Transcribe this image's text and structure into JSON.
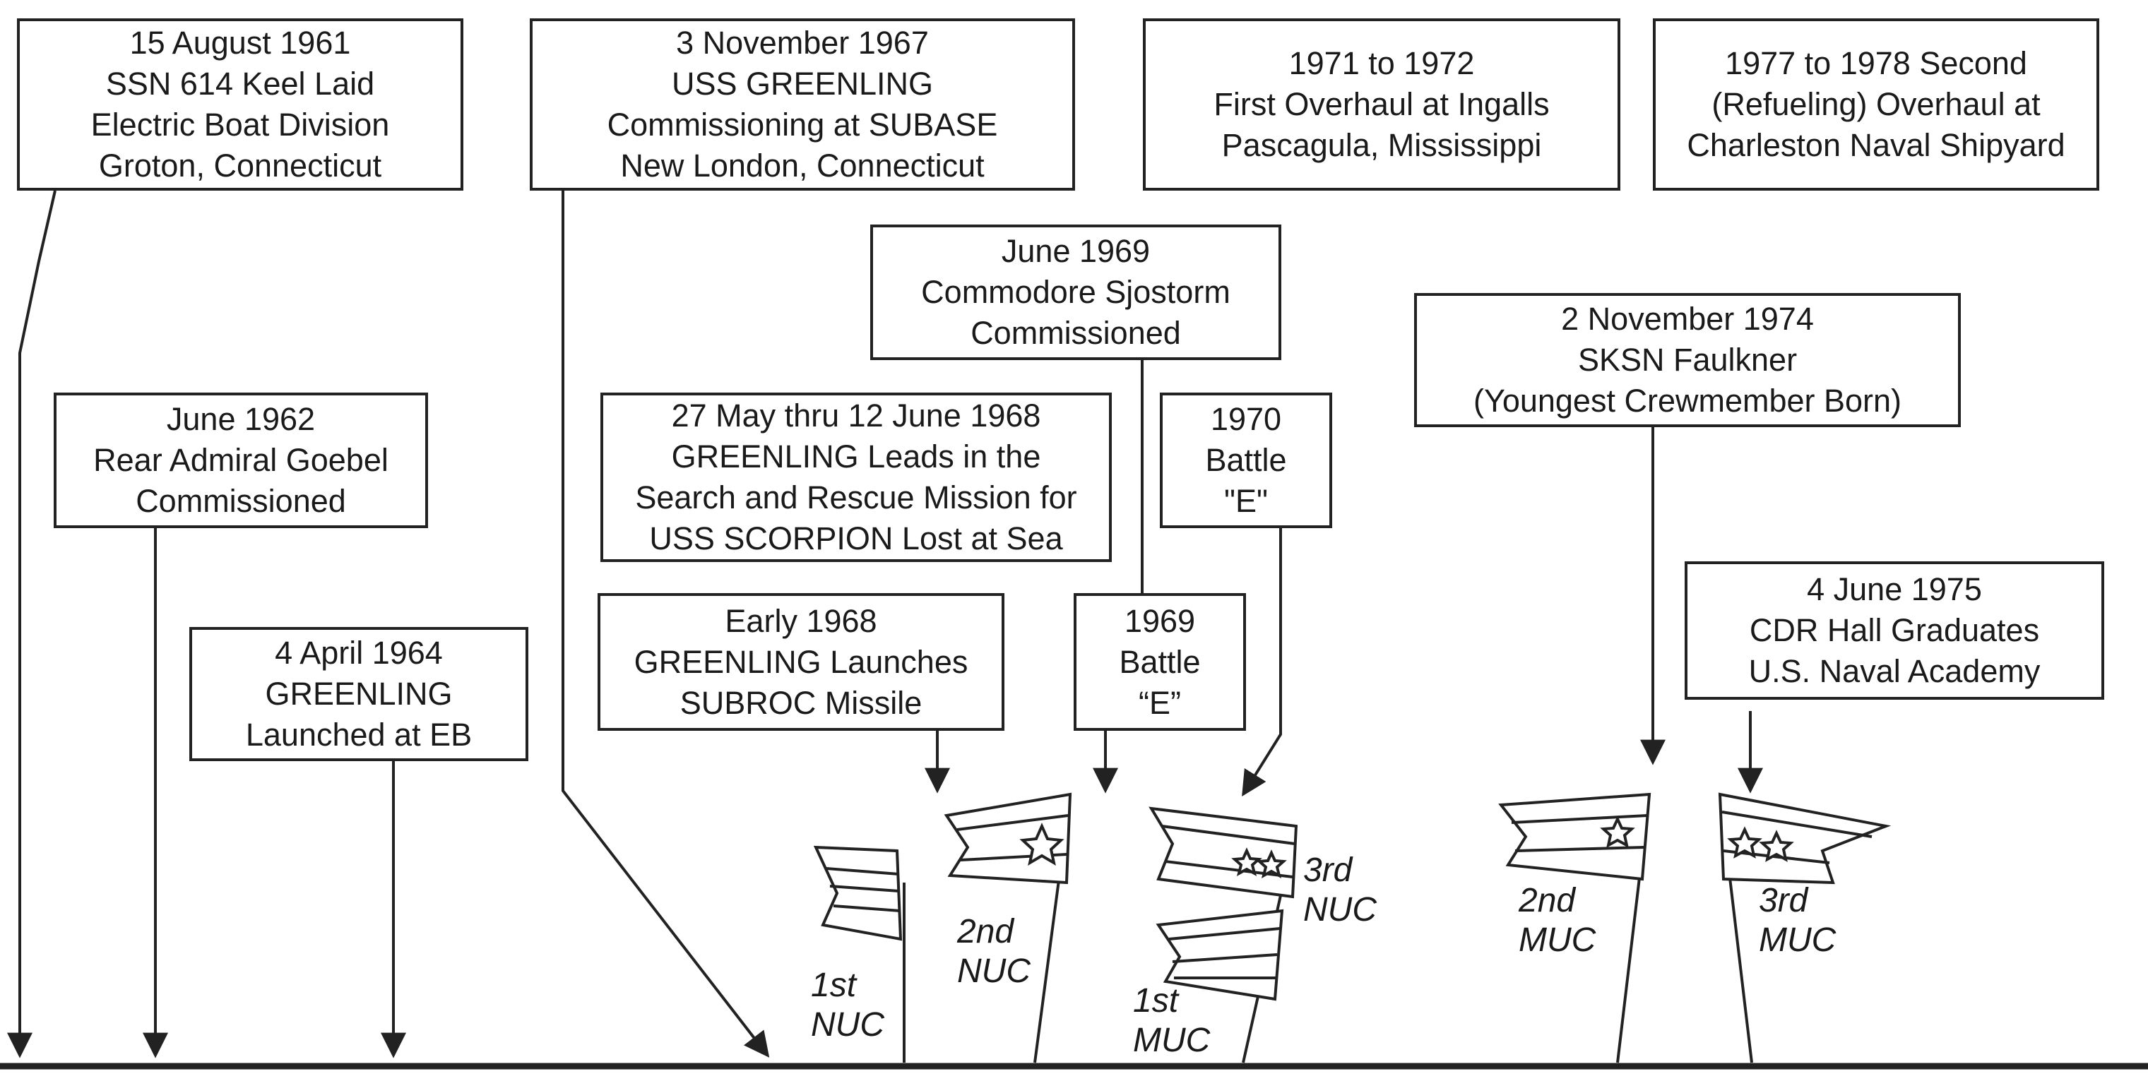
{
  "events": {
    "keel_laid": [
      "15 August 1961",
      "SSN 614 Keel Laid",
      "Electric Boat Division",
      "Groton, Connecticut"
    ],
    "commissioning": [
      "3 November 1967",
      "USS GREENLING",
      "Commissioning at SUBASE",
      "New London, Connecticut"
    ],
    "first_overhaul": [
      "1971 to 1972",
      "First Overhaul at Ingalls",
      "Pascagula, Mississippi"
    ],
    "second_overhaul": [
      "1977 to 1978 Second",
      "(Refueling) Overhaul at",
      "Charleston Naval Shipyard"
    ],
    "sjostorm": [
      "June 1969",
      "Commodore Sjostorm",
      "Commissioned"
    ],
    "faulkner": [
      "2 November 1974",
      "SKSN Faulkner",
      "(Youngest Crewmember Born)"
    ],
    "goebel": [
      "June 1962",
      "Rear Admiral Goebel",
      "Commissioned"
    ],
    "scorpion": [
      "27 May thru 12 June 1968",
      "GREENLING  Leads in the",
      "Search and Rescue Mission for",
      "USS SCORPION  Lost at Sea"
    ],
    "battle_e_1970": [
      "1970",
      "Battle",
      "\"E\""
    ],
    "hall": [
      "4 June 1975",
      "CDR Hall Graduates",
      "U.S. Naval Academy"
    ],
    "launched": [
      "4 April 1964",
      "GREENLING",
      "Launched at EB"
    ],
    "subroc": [
      "Early 1968",
      "GREENLING Launches",
      "SUBROC Missile"
    ],
    "battle_e_1969": [
      "1969",
      "Battle",
      "“E”"
    ]
  },
  "awards": {
    "nuc1": [
      "1st",
      "NUC"
    ],
    "nuc2": [
      "2nd",
      "NUC"
    ],
    "nuc3": [
      "3rd",
      "NUC"
    ],
    "muc1": [
      "1st",
      "MUC"
    ],
    "muc2": [
      "2nd",
      "MUC"
    ],
    "muc3": [
      "3rd",
      "MUC"
    ]
  }
}
